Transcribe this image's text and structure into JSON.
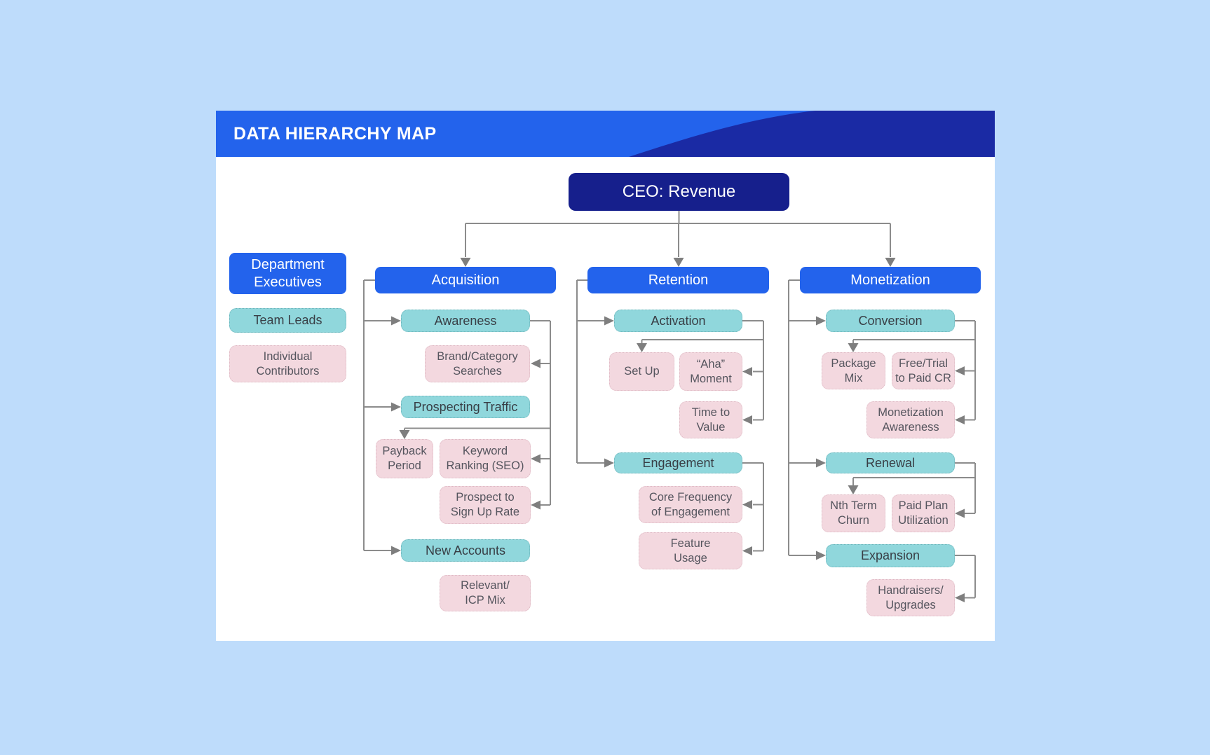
{
  "header": {
    "title": "DATA HIERARCHY MAP"
  },
  "root": {
    "label": "CEO: Revenue"
  },
  "legend": [
    {
      "id": "legend-dept-execs",
      "label": "Department\nExecutives",
      "level": "executive"
    },
    {
      "id": "legend-team-leads",
      "label": "Team Leads",
      "level": "team-lead"
    },
    {
      "id": "legend-ics",
      "label": "Individual\nContributors",
      "level": "individual-contributor"
    }
  ],
  "columns": [
    {
      "id": "acquisition",
      "label": "Acquisition",
      "nodes": [
        {
          "id": "awareness",
          "label": "Awareness",
          "level": "team-lead"
        },
        {
          "id": "brand-category-searches",
          "label": "Brand/Category\nSearches",
          "level": "individual-contributor"
        },
        {
          "id": "prospecting-traffic",
          "label": "Prospecting Traffic",
          "level": "team-lead"
        },
        {
          "id": "payback-period",
          "label": "Payback\nPeriod",
          "level": "individual-contributor"
        },
        {
          "id": "keyword-ranking-seo",
          "label": "Keyword\nRanking (SEO)",
          "level": "individual-contributor"
        },
        {
          "id": "prospect-to-sign-up-rate",
          "label": "Prospect to\nSign Up Rate",
          "level": "individual-contributor"
        },
        {
          "id": "new-accounts",
          "label": "New Accounts",
          "level": "team-lead"
        },
        {
          "id": "relevant-icp-mix",
          "label": "Relevant/\nICP Mix",
          "level": "individual-contributor"
        }
      ]
    },
    {
      "id": "retention",
      "label": "Retention",
      "nodes": [
        {
          "id": "activation",
          "label": "Activation",
          "level": "team-lead"
        },
        {
          "id": "set-up",
          "label": "Set Up",
          "level": "individual-contributor"
        },
        {
          "id": "aha-moment",
          "label": "“Aha”\nMoment",
          "level": "individual-contributor"
        },
        {
          "id": "time-to-value",
          "label": "Time to\nValue",
          "level": "individual-contributor"
        },
        {
          "id": "engagement",
          "label": "Engagement",
          "level": "team-lead"
        },
        {
          "id": "core-frequency-of-engagement",
          "label": "Core Frequency\nof Engagement",
          "level": "individual-contributor"
        },
        {
          "id": "feature-usage",
          "label": "Feature\nUsage",
          "level": "individual-contributor"
        }
      ]
    },
    {
      "id": "monetization",
      "label": "Monetization",
      "nodes": [
        {
          "id": "conversion",
          "label": "Conversion",
          "level": "team-lead"
        },
        {
          "id": "package-mix",
          "label": "Package\nMix",
          "level": "individual-contributor"
        },
        {
          "id": "free-trial-to-paid-cr",
          "label": "Free/Trial\nto Paid CR",
          "level": "individual-contributor"
        },
        {
          "id": "monetization-awareness",
          "label": "Monetization\nAwareness",
          "level": "individual-contributor"
        },
        {
          "id": "renewal",
          "label": "Renewal",
          "level": "team-lead"
        },
        {
          "id": "nth-term-churn",
          "label": "Nth Term\nChurn",
          "level": "individual-contributor"
        },
        {
          "id": "paid-plan-utilization",
          "label": "Paid Plan\nUtilization",
          "level": "individual-contributor"
        },
        {
          "id": "expansion",
          "label": "Expansion",
          "level": "team-lead"
        },
        {
          "id": "handraisers-upgrades",
          "label": "Handraisers/\nUpgrades",
          "level": "individual-contributor"
        }
      ]
    }
  ],
  "colors": {
    "background": "#BEDCFB",
    "card": "#FFFFFF",
    "accent_blue": "#2363EC",
    "swoosh_navy": "#1A2AA4",
    "root_navy": "#161F8C",
    "team_lead_teal": "#90D7DC",
    "individual_pink": "#F3D8DF",
    "connector_gray": "#8C8C8C"
  }
}
